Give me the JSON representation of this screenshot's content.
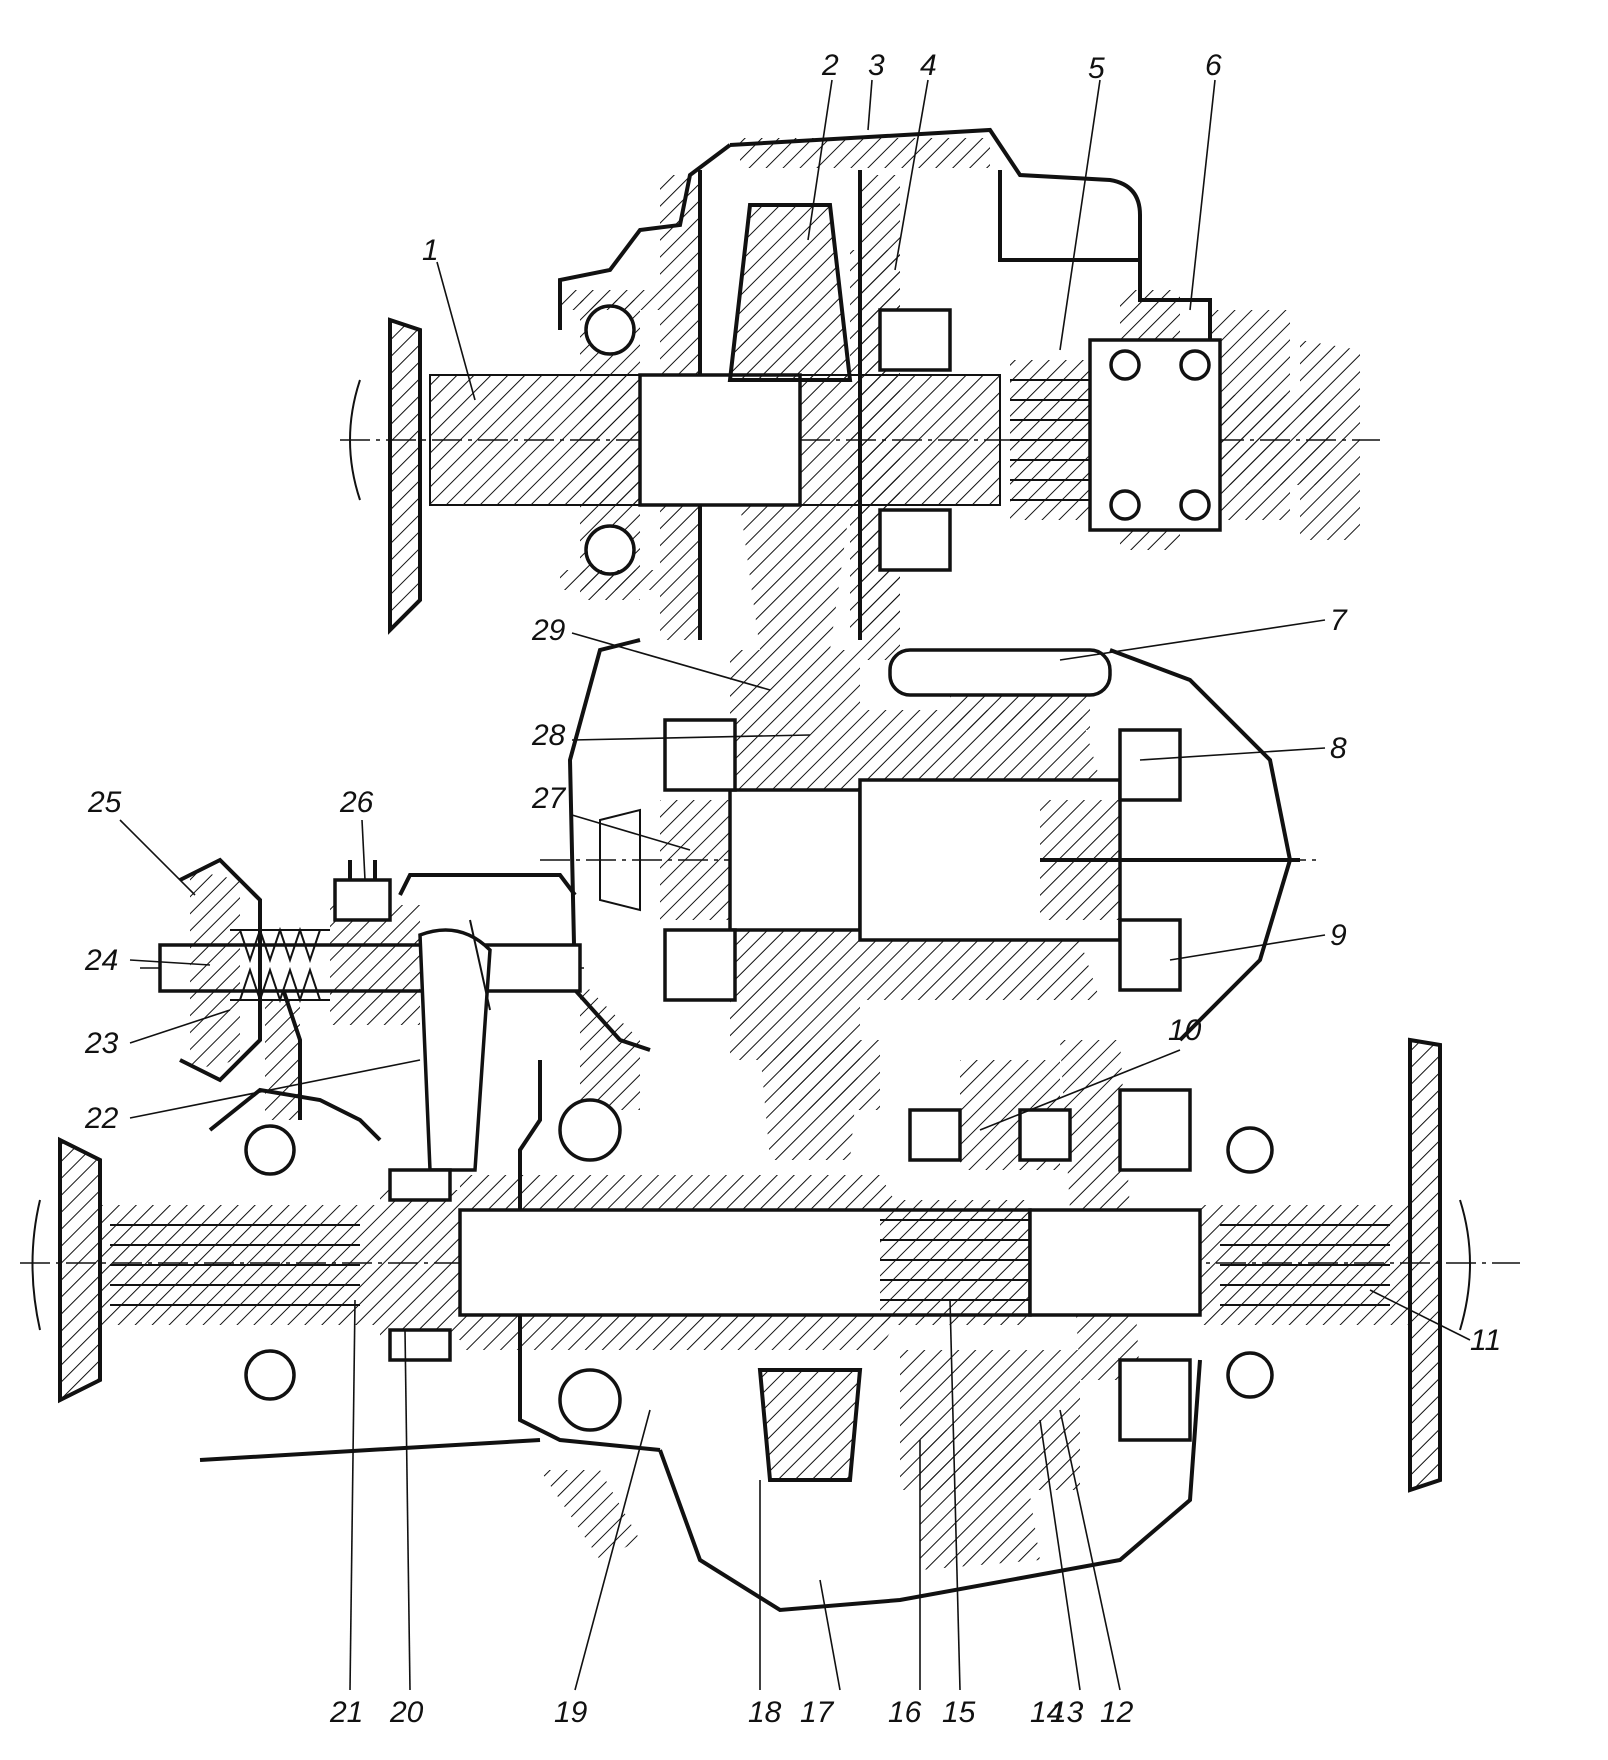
{
  "diagram": {
    "colors": {
      "ink": "#111111",
      "paper": "#ffffff"
    },
    "callouts": [
      {
        "id": "1",
        "label": "1"
      },
      {
        "id": "2",
        "label": "2"
      },
      {
        "id": "3",
        "label": "3"
      },
      {
        "id": "4",
        "label": "4"
      },
      {
        "id": "5",
        "label": "5"
      },
      {
        "id": "6",
        "label": "6"
      },
      {
        "id": "7",
        "label": "7"
      },
      {
        "id": "8",
        "label": "8"
      },
      {
        "id": "9",
        "label": "9"
      },
      {
        "id": "10",
        "label": "10"
      },
      {
        "id": "11",
        "label": "11"
      },
      {
        "id": "12",
        "label": "12"
      },
      {
        "id": "13",
        "label": "13"
      },
      {
        "id": "14",
        "label": "14"
      },
      {
        "id": "15",
        "label": "15"
      },
      {
        "id": "16",
        "label": "16"
      },
      {
        "id": "17",
        "label": "17"
      },
      {
        "id": "18",
        "label": "18"
      },
      {
        "id": "19",
        "label": "19"
      },
      {
        "id": "20",
        "label": "20"
      },
      {
        "id": "21",
        "label": "21"
      },
      {
        "id": "22",
        "label": "22"
      },
      {
        "id": "23",
        "label": "23"
      },
      {
        "id": "24",
        "label": "24"
      },
      {
        "id": "25",
        "label": "25"
      },
      {
        "id": "26",
        "label": "26"
      },
      {
        "id": "27",
        "label": "27"
      },
      {
        "id": "28",
        "label": "28"
      },
      {
        "id": "29",
        "label": "29"
      }
    ]
  }
}
